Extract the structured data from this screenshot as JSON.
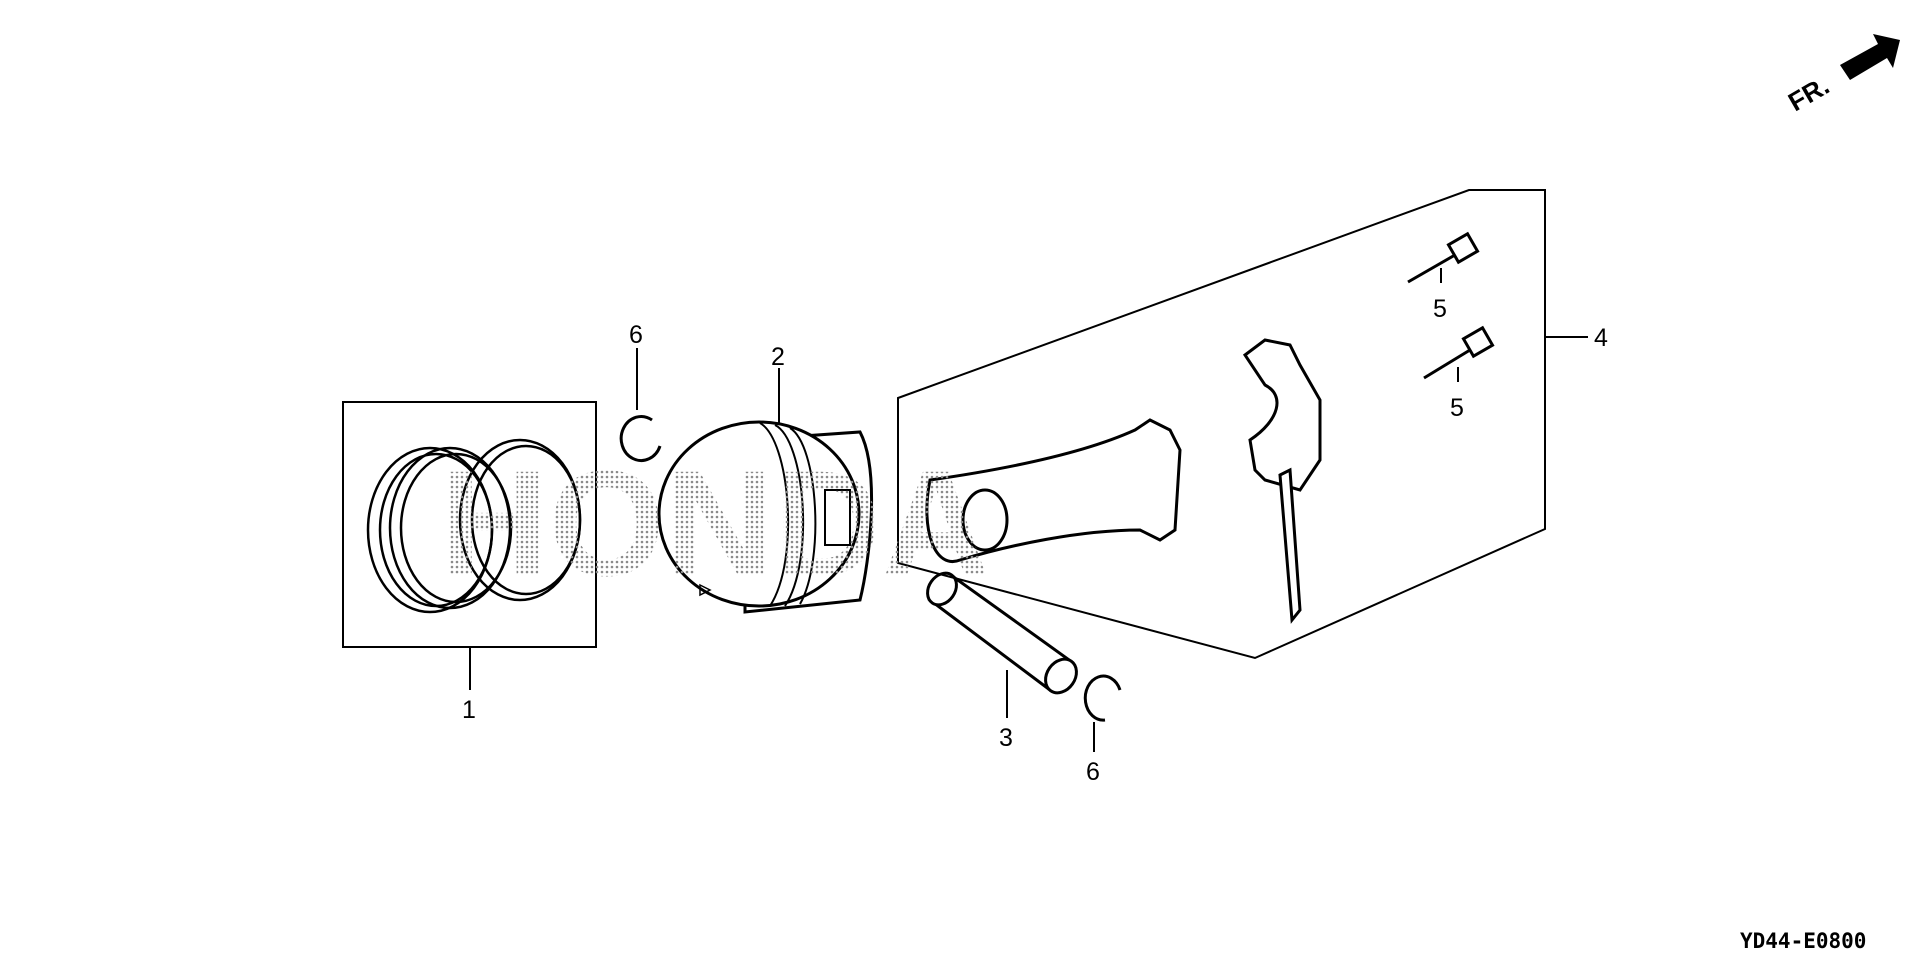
{
  "diagram": {
    "direction_marker": "FR.",
    "diagram_code": "YD44-E0800",
    "watermark": "HONDA",
    "callouts": [
      {
        "id": "1",
        "part": "piston-ring-set"
      },
      {
        "id": "2",
        "part": "piston"
      },
      {
        "id": "3",
        "part": "piston-pin"
      },
      {
        "id": "4",
        "part": "connecting-rod-assembly"
      },
      {
        "id": "5",
        "part": "connecting-rod-bolt"
      },
      {
        "id": "5",
        "part": "connecting-rod-bolt"
      },
      {
        "id": "6",
        "part": "piston-pin-clip"
      },
      {
        "id": "6",
        "part": "piston-pin-clip"
      }
    ]
  }
}
